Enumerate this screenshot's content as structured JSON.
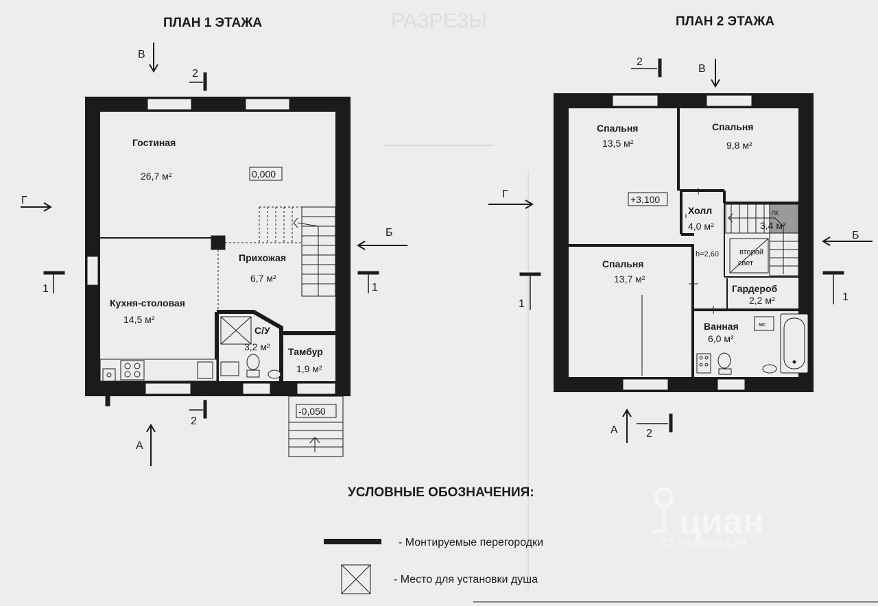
{
  "plans": {
    "floor1": {
      "title": "ПЛАН 1 ЭТАЖА",
      "level": "0,000",
      "porch_level": "-0,050",
      "rooms": [
        {
          "name": "Гостиная",
          "area": "26,7 м²"
        },
        {
          "name": "Прихожая",
          "area": "6,7 м²"
        },
        {
          "name": "Кухня-столовая",
          "area": "14,5 м²"
        },
        {
          "name": "С/У",
          "area": "3,2 м²"
        },
        {
          "name": "Тамбур",
          "area": "1,9 м²"
        }
      ]
    },
    "floor2": {
      "title": "ПЛАН 2 ЭТАЖА",
      "level": "+3,100",
      "ceiling_height": "h=2,60",
      "second_light": [
        "второй",
        "свет"
      ],
      "stair_label": "ЛК",
      "rooms": [
        {
          "name": "Спальня",
          "area": "13,5 м²"
        },
        {
          "name": "Спальня",
          "area": "9,8 м²"
        },
        {
          "name": "Холл",
          "area": "4,0 м²"
        },
        {
          "name": "Спальня",
          "area": "13,7 м²"
        },
        {
          "name": "Гардероб",
          "area": "2,2 м²"
        },
        {
          "name": "Ванная",
          "area": "6,0 м²"
        }
      ],
      "stair_area": "3,4 м²",
      "appliance_label": "мс"
    },
    "section_marks": {
      "a": "А",
      "b": "Б",
      "v": "В",
      "g": "Г",
      "one": "1",
      "two": "2"
    }
  },
  "background": {
    "ghost_title": "РАЗРЕЗЫ"
  },
  "legend": {
    "title": "УСЛОВНЫЕ ОБОЗНАЧЕНИЯ:",
    "items": [
      {
        "text": "- Монтируемые перегородки"
      },
      {
        "text": "- Место для установки душа"
      }
    ]
  },
  "watermark": {
    "brand": "циан",
    "id": "ID 318504429"
  },
  "colors": {
    "wall": "#1b1b1b",
    "paper": "#ededee",
    "stair_fill": "#9a9a9a"
  }
}
